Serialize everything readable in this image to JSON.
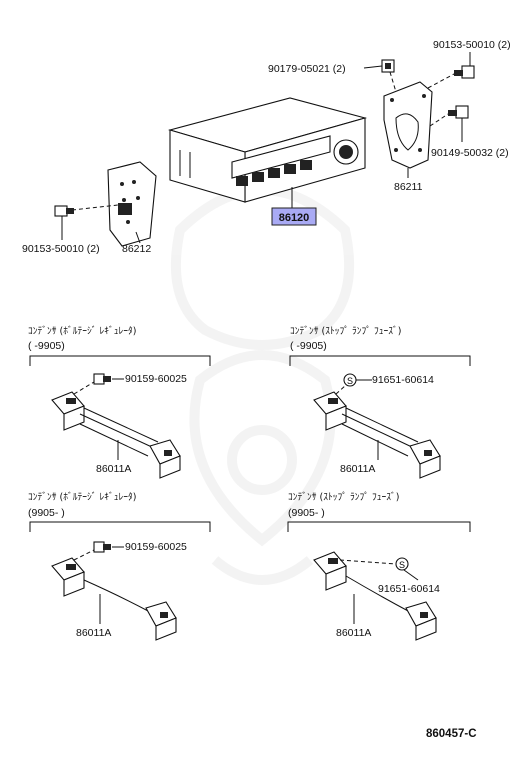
{
  "top": {
    "radio_part": "86120",
    "bracket_right": "86211",
    "bracket_left": "86212",
    "screw_left": "90153-50010 (2)",
    "screw_right_top": "90153-50010 (2)",
    "nut": "90179-05021 (2)",
    "screw_right_bottom": "90149-50032 (2)"
  },
  "groups": [
    {
      "title": "ｺﾝﾃﾞﾝｻ (ﾎﾞﾙﾃｰｼﾞ ﾚｷﾞｭﾚｰﾀ)",
      "range": "(       -9905)",
      "fastener": "90159-60025",
      "part": "86011A"
    },
    {
      "title": "ｺﾝﾃﾞﾝｻ (ｽﾄｯﾌﾟ ﾗﾝﾌﾟ ﾌｭｰｽﾞ)",
      "range": "(       -9905)",
      "fastener": "91651-60614",
      "part": "86011A"
    },
    {
      "title": "ｺﾝﾃﾞﾝｻ (ﾎﾞﾙﾃｰｼﾞ ﾚｷﾞｭﾚｰﾀ)",
      "range": "(9905-       )",
      "fastener": "90159-60025",
      "part": "86011A"
    },
    {
      "title": "ｺﾝﾃﾞﾝｻ (ｽﾄｯﾌﾟ ﾗﾝﾌﾟ ﾌｭｰｽﾞ)",
      "range": "(9905-       )",
      "fastener": "91651-60614",
      "part": "86011A"
    }
  ],
  "diagram_code": "860457-C",
  "icons": {
    "bolt": "bolt-icon",
    "nut": "nut-icon",
    "screw_s": "screw-s-icon",
    "watermark": "samurai-watermark"
  }
}
